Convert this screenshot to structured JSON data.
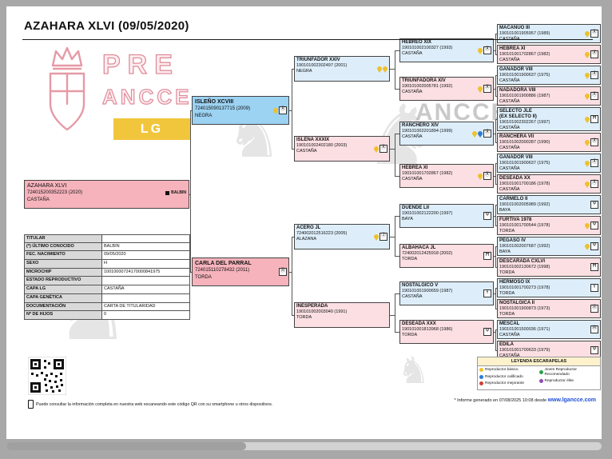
{
  "page": {
    "title": "AZAHARA XLVI (09/05/2020)",
    "logo": {
      "line1": "PRE",
      "line2": "ANCCE",
      "badge": "LG"
    },
    "watermark": "ANCCE"
  },
  "subject": {
    "name": "AZAHARA XLVI",
    "code": "724015200352223 (2020)",
    "coat": "CASTAÑA",
    "owner": "BALBIN"
  },
  "details": {
    "rows": [
      {
        "label": "TITULAR",
        "value": ""
      },
      {
        "label": "(*) ÚLTIMO CONOCIDO",
        "value": "BALBIN"
      },
      {
        "label": "FEC. NACIMIENTO",
        "value": "09/05/2020"
      },
      {
        "label": "SEXO",
        "value": "H"
      },
      {
        "label": "MICROCHIP",
        "value": "10010000724170000841975"
      },
      {
        "label": "ESTADO REPRODUCTIVO",
        "value": ""
      },
      {
        "label": "CAPA LG",
        "value": "CASTAÑA"
      },
      {
        "label": "CAPA GENÉTICA",
        "value": ""
      },
      {
        "label": "DOCUMENTACIÓN",
        "value": "CARTA DE TITULARIDAD"
      },
      {
        "label": "Nº DE HIJOS",
        "value": "0"
      }
    ]
  },
  "pedigree": {
    "gen1": [
      {
        "name": "ISLEÑO XCVIII",
        "code": "724015090137715 (2009)",
        "coat": "NEGRA",
        "sex": "m",
        "icons": [
          "rosette-yellow",
          "brand:Ⓐ"
        ]
      },
      {
        "name": "CARLA DEL PARRAL",
        "code": "724015110278432 (2011)",
        "coat": "TORDA",
        "sex": "f",
        "icons": [
          "brand:Ⓗ"
        ]
      }
    ],
    "gen2": [
      {
        "name": "TRIUNFADOR XXIV",
        "code": "190101002302497 (2001)",
        "coat": "NEGRA",
        "sex": "m",
        "icons": [
          "rosette-yellow",
          "rosette-yellow"
        ]
      },
      {
        "name": "ISLEÑA XXXIX",
        "code": "190101002402180 (2003)",
        "coat": "CASTAÑA",
        "sex": "f",
        "icons": [
          "rosette-yellow",
          "brand:Ⓐ"
        ]
      },
      {
        "name": "ACERO JL",
        "code": "724002012516223 (2005)",
        "coat": "ALAZANA",
        "sex": "m",
        "icons": [
          "rosette-yellow",
          "brand:Ⓙ"
        ]
      },
      {
        "name": "INESPERADA",
        "code": "190101002003040 (1991)",
        "coat": "TORDA",
        "sex": "f",
        "icons": []
      }
    ],
    "gen3": [
      {
        "name": "HEBREO XIX",
        "code": "190101002100327 (1993)",
        "coat": "CASTAÑA",
        "sex": "m",
        "icons": [
          "rosette-yellow",
          "brand:Ⓐ"
        ]
      },
      {
        "name": "TRIUNFADORA XIV",
        "code": "190101002005781 (1992)",
        "coat": "CASTAÑA",
        "sex": "f",
        "icons": [
          "rosette-yellow",
          "brand:Ⓐ"
        ]
      },
      {
        "name": "RANCHERO XIV",
        "code": "190101002201894 (1999)",
        "coat": "CASTAÑA",
        "sex": "m",
        "icons": [
          "rosette-yellow",
          "rosette-blue",
          "brand:Ⓐ"
        ]
      },
      {
        "name": "HEBREA XI",
        "code": "190101001702867 (1982)",
        "coat": "CASTAÑA",
        "sex": "f",
        "icons": [
          "rosette-yellow",
          "brand:Ⓐ"
        ]
      },
      {
        "name": "DUENDE LII",
        "code": "190101002122200 (1997)",
        "coat": "BAYA",
        "sex": "m",
        "icons": [
          "brand:Ψ"
        ]
      },
      {
        "name": "ALBAHACA JL",
        "code": "724002012425918 (2002)",
        "coat": "TORDA",
        "sex": "f",
        "icons": [
          "brand:Ħ"
        ]
      },
      {
        "name": "NOSTALGICO V",
        "code": "190101001900659 (1987)",
        "coat": "CASTAÑA",
        "sex": "m",
        "icons": [
          "brand:Ŧ"
        ]
      },
      {
        "name": "DESEADA XXX",
        "code": "190101001813968 (1986)",
        "coat": "TORDA",
        "sex": "f",
        "icons": [
          "brand:Ψ"
        ]
      }
    ],
    "gen4": [
      {
        "name": "MACANUO III",
        "code": "190101001905957 (1989)",
        "coat": "CASTAÑA",
        "sex": "m",
        "icons": [
          "rosette-yellow",
          "brand:Ⓐ"
        ]
      },
      {
        "name": "HEBREA XI",
        "code": "190101001702867 (1982)",
        "coat": "CASTAÑA",
        "sex": "f",
        "icons": [
          "rosette-yellow",
          "brand:Ⓐ"
        ]
      },
      {
        "name": "GANADOR VIII",
        "code": "190101001900637 (1975)",
        "coat": "CASTAÑA",
        "sex": "m",
        "icons": [
          "rosette-yellow",
          "brand:Ⓐ"
        ]
      },
      {
        "name": "NADADORA VIII",
        "code": "190101001900886 (1987)",
        "coat": "CASTAÑA",
        "sex": "f",
        "icons": [
          "rosette-yellow",
          "brand:Ⓐ"
        ]
      },
      {
        "name": "SELECTO JLE",
        "name2": "(EX SELECTO II)",
        "code": "190101002302267 (1997)",
        "coat": "CASTAÑA",
        "sex": "m",
        "icons": [
          "rosette-yellow",
          "brand:Ħ"
        ]
      },
      {
        "name": "RANCHERA VII",
        "code": "190101002000287 (1990)",
        "coat": "CASTAÑA",
        "sex": "f",
        "icons": [
          "rosette-yellow",
          "brand:Ⓐ"
        ]
      },
      {
        "name": "GANADOR VIII",
        "code": "190101001900637 (1975)",
        "coat": "CASTAÑA",
        "sex": "m",
        "icons": [
          "rosette-yellow",
          "brand:Ⓐ"
        ]
      },
      {
        "name": "DESEADA XX",
        "code": "190101001700186 (1978)",
        "coat": "CASTAÑA",
        "sex": "f",
        "icons": [
          "rosette-yellow",
          "brand:Ⓐ"
        ]
      },
      {
        "name": "CARMELO II",
        "code": "190101002005989 (1992)",
        "coat": "BAYA",
        "sex": "m",
        "icons": [
          "brand:Ψ"
        ]
      },
      {
        "name": "FURTIVA 1978",
        "code": "190101001700544 (1978)",
        "coat": "TORDA",
        "sex": "f",
        "icons": [
          "rosette-yellow",
          "brand:Ψ"
        ]
      },
      {
        "name": "PEGASO IV",
        "code": "190101002007687 (1992)",
        "coat": "BAYA",
        "sex": "m",
        "icons": [
          "rosette-yellow",
          "brand:Ψ"
        ]
      },
      {
        "name": "DESCARADA CXLVI",
        "code": "190101002130672 (1998)",
        "coat": "TORDA",
        "sex": "f",
        "icons": [
          "brand:Ħ"
        ]
      },
      {
        "name": "HERMOSO IX",
        "code": "190101001700273 (1978)",
        "coat": "TORDA",
        "sex": "m",
        "icons": [
          "brand:Ŧ"
        ]
      },
      {
        "name": "NOSTALGICA II",
        "code": "190101001900873 (1973)",
        "coat": "TORDA",
        "sex": "f",
        "icons": [
          "brand:Ⓗ"
        ]
      },
      {
        "name": "MESCAL",
        "code": "190101001500036 (1971)",
        "coat": "CASTAÑA",
        "sex": "m",
        "icons": [
          "brand:Ⓜ"
        ]
      },
      {
        "name": "EDILA",
        "code": "190101001700633 (1979)",
        "coat": "CASTAÑA",
        "sex": "f",
        "icons": [
          "brand:Ψ"
        ]
      }
    ]
  },
  "legend": {
    "title": "LEYENDA ESCARAPELAS",
    "left": [
      {
        "label": "Reproductor básico",
        "color": "#eec12d"
      },
      {
        "label": "Reproductor calificado",
        "color": "#2e7bd6"
      },
      {
        "label": "Reproductor mejorante",
        "color": "#d04038"
      }
    ],
    "right": [
      {
        "label": "Joven Reproductor Recomendado",
        "color": "#2fa04a"
      },
      {
        "label": "Reproductor élite",
        "color": "#8a4fb5"
      }
    ]
  },
  "footer": {
    "qr_note": "Puede consultar la información completa en nuestra web escaneando este código QR con su smartphone u otros dispositivos.",
    "generated": "* Informe generado en 07/08/2025 10:08 desde ",
    "site": "www.lgancce.com"
  },
  "colors": {
    "male_box": "#9cd2f2",
    "female_box": "#f6b3bc",
    "rosette_yellow": "#eec12d",
    "rosette_blue": "#2e7bd6",
    "rosette_green": "#2fa04a",
    "link": "#1f4fd8"
  }
}
